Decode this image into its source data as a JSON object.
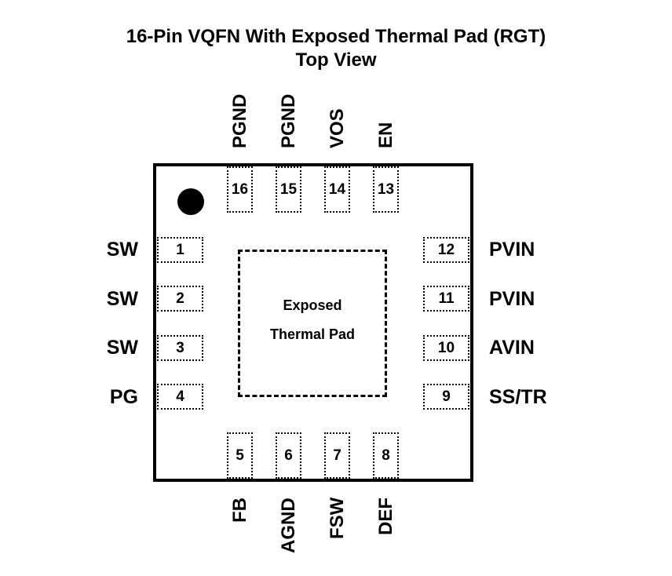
{
  "title": "16-Pin VQFN With Exposed Thermal Pad (RGT)",
  "subtitle": "Top View",
  "exposed_pad": {
    "line1": "Exposed",
    "line2": "Thermal Pad"
  },
  "pins": {
    "left": [
      {
        "number": "1",
        "name": "SW"
      },
      {
        "number": "2",
        "name": "SW"
      },
      {
        "number": "3",
        "name": "SW"
      },
      {
        "number": "4",
        "name": "PG"
      }
    ],
    "bottom": [
      {
        "number": "5",
        "name": "FB"
      },
      {
        "number": "6",
        "name": "AGND"
      },
      {
        "number": "7",
        "name": "FSW"
      },
      {
        "number": "8",
        "name": "DEF"
      }
    ],
    "right": [
      {
        "number": "12",
        "name": "PVIN"
      },
      {
        "number": "11",
        "name": "PVIN"
      },
      {
        "number": "10",
        "name": "AVIN"
      },
      {
        "number": "9",
        "name": "SS/TR"
      }
    ],
    "top": [
      {
        "number": "16",
        "name": "PGND"
      },
      {
        "number": "15",
        "name": "PGND"
      },
      {
        "number": "14",
        "name": "VOS"
      },
      {
        "number": "13",
        "name": "EN"
      }
    ]
  }
}
